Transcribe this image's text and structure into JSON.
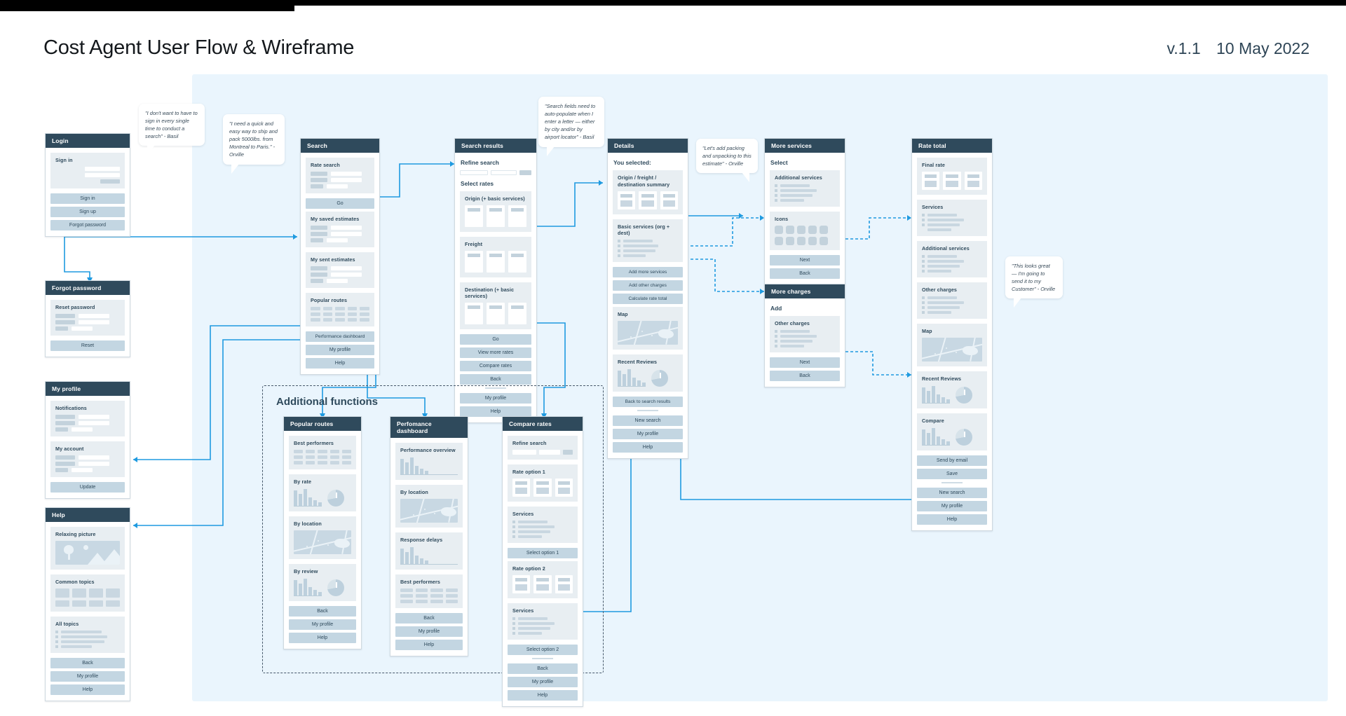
{
  "header": {
    "title": "Cost Agent User Flow & Wireframe",
    "version": "v.1.1",
    "date": "10 May 2022"
  },
  "group": {
    "title": "Additional functions"
  },
  "callouts": [
    {
      "id": "c1",
      "text": "\"I don't want to have to sign in every single time to conduct a search\" - Basil"
    },
    {
      "id": "c2",
      "text": "\"I need a quick and easy way to ship and pack 5000lbs. from Montreal to Paris.\" - Orville"
    },
    {
      "id": "c3",
      "text": "\"Search fields need to auto-populate when I enter a letter — either by city and/or by airport locator\" - Basil"
    },
    {
      "id": "c4",
      "text": "\"Let's add packing and unpacking to this estimate\" - Orville"
    },
    {
      "id": "c5",
      "text": "\"This looks great — I'm going to send it to my Customer\" - Orville"
    }
  ],
  "screens": {
    "login": {
      "title": "Login",
      "section": "Sign in",
      "buttons": [
        "Sign in",
        "Sign up",
        "Forgot password"
      ]
    },
    "forgot": {
      "title": "Forgot password",
      "section": "Reset password",
      "buttons": [
        "Reset"
      ]
    },
    "profile": {
      "title": "My profile",
      "sections": [
        "Notifications",
        "My account"
      ],
      "buttons": [
        "Update"
      ]
    },
    "help": {
      "title": "Help",
      "sections": [
        "Relaxing picture",
        "Common topics",
        "All topics"
      ],
      "buttons": [
        "Back",
        "My profile",
        "Help"
      ]
    },
    "search": {
      "title": "Search",
      "sections": [
        "Rate search",
        "My saved estimates",
        "My sent estimates",
        "Popular routes"
      ],
      "go_label": "Go",
      "buttons": [
        "Performance dashboard",
        "My profile",
        "Help"
      ]
    },
    "search_results": {
      "title": "Search results",
      "refine_label": "Refine search",
      "select_label": "Select rates",
      "sections": [
        "Origin (+ basic services)",
        "Freight",
        "Destination (+ basic services)"
      ],
      "buttons": [
        "Go",
        "View more rates",
        "Compare rates",
        "Back",
        "My profile",
        "Help"
      ]
    },
    "details": {
      "title": "Details",
      "lead": "You selected:",
      "sections": [
        "Origin / freight / destination summary",
        "Basic services (org + dest)",
        "Map",
        "Recent Reviews"
      ],
      "buttons": [
        "Add more services",
        "Add other charges",
        "Calculate rate total",
        "Back to search results",
        "New search",
        "My profile",
        "Help"
      ]
    },
    "more_services": {
      "title": "More services",
      "lead": "Select",
      "sections": [
        "Additional services",
        "Icons"
      ],
      "buttons": [
        "Next",
        "Back"
      ]
    },
    "more_charges": {
      "title": "More charges",
      "lead": "Add",
      "sections": [
        "Other charges"
      ],
      "buttons": [
        "Next",
        "Back"
      ]
    },
    "rate_total": {
      "title": "Rate total",
      "sections": [
        "Final rate",
        "Services",
        "Additional services",
        "Other charges",
        "Map",
        "Recent Reviews",
        "Compare"
      ],
      "buttons": [
        "Send by email",
        "Save",
        "New search",
        "My profile",
        "Help"
      ]
    },
    "popular_routes": {
      "title": "Popular routes",
      "sections": [
        "Best performers",
        "By rate",
        "By location",
        "By review"
      ],
      "buttons": [
        "Back",
        "My profile",
        "Help"
      ]
    },
    "performance_dashboard": {
      "title": "Perfomance dashboard",
      "sections": [
        "Performance overview",
        "By location",
        "Response delays",
        "Best performers"
      ],
      "buttons": [
        "Back",
        "My profile",
        "Help"
      ]
    },
    "compare_rates": {
      "title": "Compare rates",
      "refine_label": "Refine search",
      "sections": [
        "Rate option 1",
        "Services",
        "Rate option 2",
        "Services"
      ],
      "select1": "Select option 1",
      "select2": "Select option 2",
      "buttons": [
        "Back",
        "My profile",
        "Help"
      ]
    }
  },
  "colors": {
    "accent": "#1e9ae0",
    "header_dark": "#2f4a5c",
    "canvas": "#eaf5fd",
    "button": "#c3d6e2"
  }
}
